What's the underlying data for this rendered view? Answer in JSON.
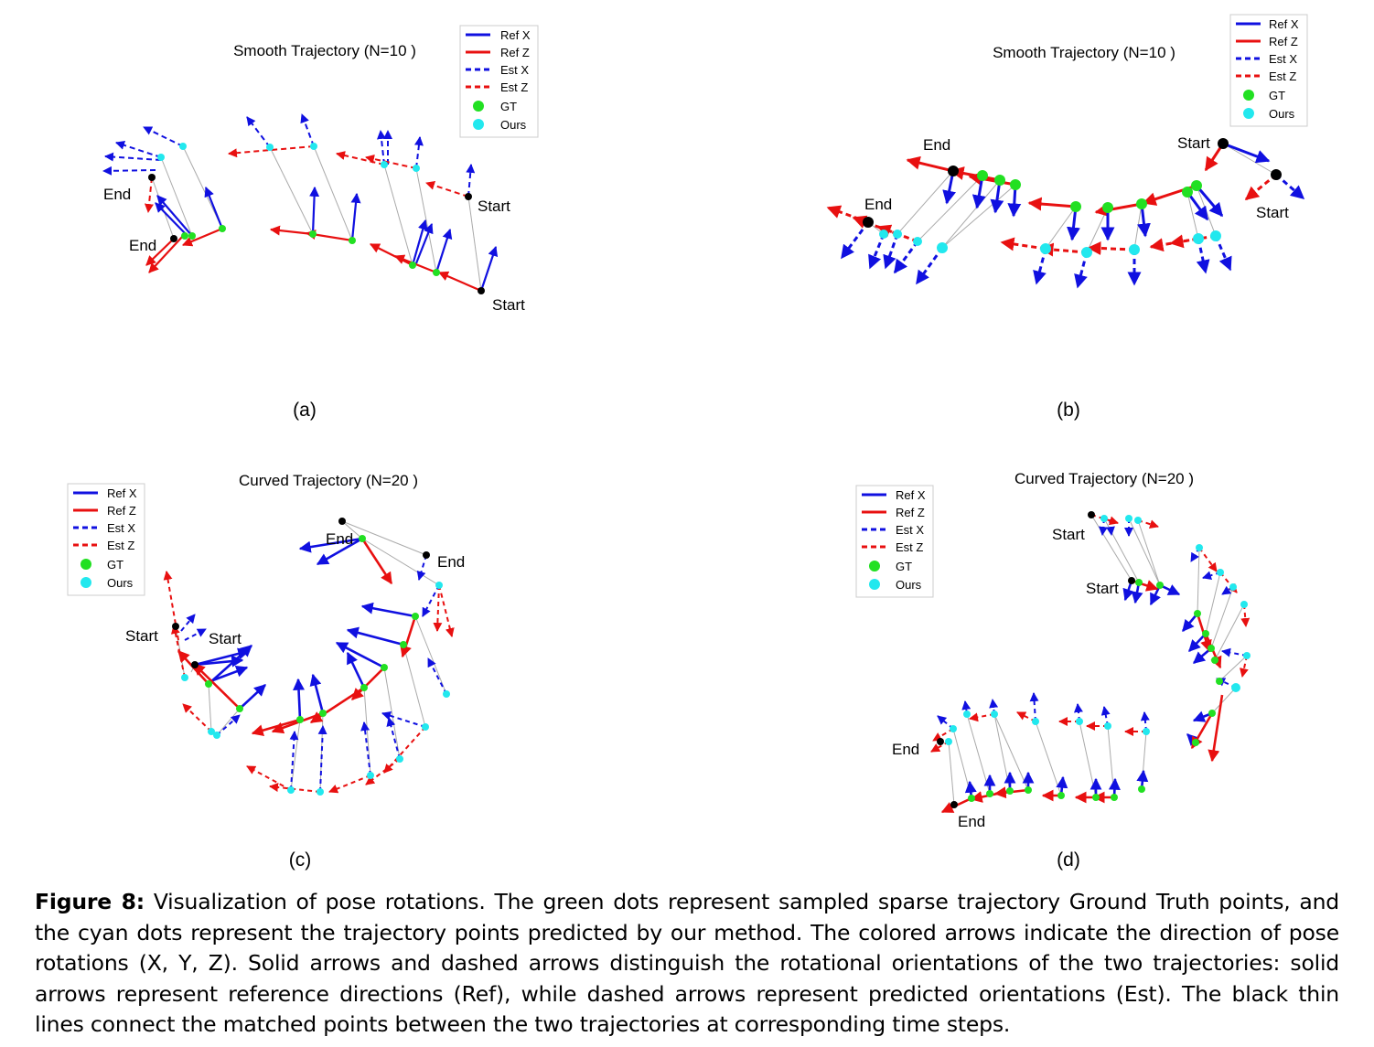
{
  "panels": [
    {
      "id": "a",
      "title": "Smooth Trajectory (N=10 )",
      "label": "(a)",
      "legend": [
        "Ref X",
        "Ref Z",
        "Est X",
        "Est Z",
        "GT",
        "Ours"
      ],
      "markers": [
        "End",
        "End",
        "Start",
        "Start"
      ]
    },
    {
      "id": "b",
      "title": "Smooth Trajectory (N=10 )",
      "label": "(b)",
      "legend": [
        "Ref X",
        "Ref Z",
        "Est X",
        "Est Z",
        "GT",
        "Ours"
      ],
      "markers": [
        "End",
        "End",
        "Start",
        "Start"
      ]
    },
    {
      "id": "c",
      "title": "Curved Trajectory (N=20 )",
      "label": "(c)",
      "legend": [
        "Ref X",
        "Ref Z",
        "Est X",
        "Est Z",
        "GT",
        "Ours"
      ],
      "markers": [
        "End",
        "End",
        "Start",
        "Start"
      ]
    },
    {
      "id": "d",
      "title": "Curved Trajectory (N=20 )",
      "label": "(d)",
      "legend": [
        "Ref X",
        "Ref Z",
        "Est X",
        "Est Z",
        "GT",
        "Ours"
      ],
      "markers": [
        "Start",
        "Start",
        "End",
        "End"
      ]
    }
  ],
  "caption": {
    "lead": "Figure 8:",
    "text": " Visualization of pose rotations. The green dots represent sampled sparse trajectory Ground Truth points, and the cyan dots represent the trajectory points predicted by our method. The colored arrows indicate the direction of pose rotations (X, Y, Z). Solid arrows and dashed arrows distinguish the rotational orientations of the two trajectories: solid arrows represent reference directions (Ref), while dashed arrows represent predicted orientations (Est). The black thin lines connect the matched points between the two trajectories at corresponding time steps."
  },
  "colors": {
    "ref_x": "#1010e0",
    "ref_z": "#e81010",
    "gt": "#22e022",
    "ours": "#22e8ee",
    "connector": "#aaaaaa",
    "endpoint": "#000000"
  }
}
